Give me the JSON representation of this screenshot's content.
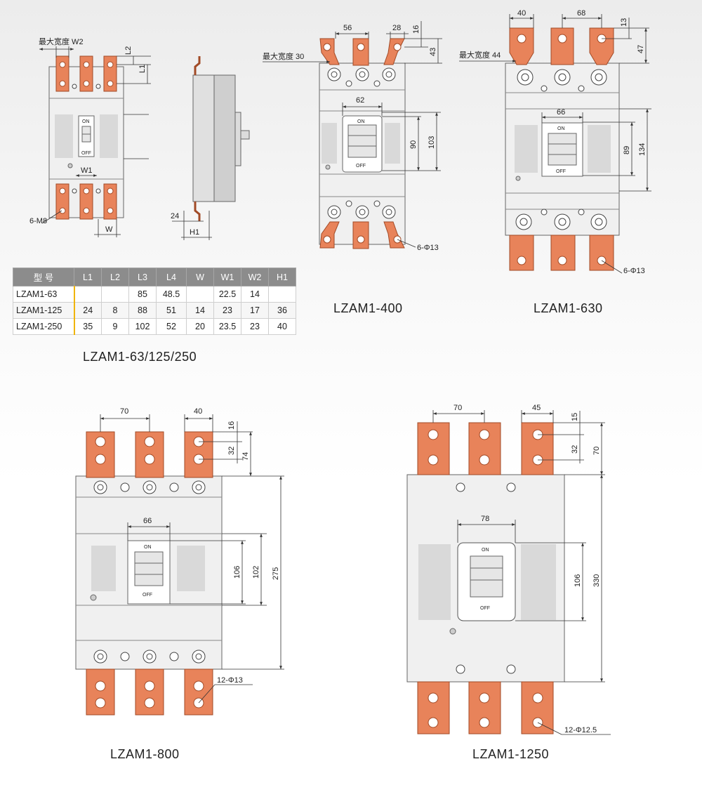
{
  "captions": {
    "small": "LZAM1-63/125/250",
    "m400": "LZAM1-400",
    "m630": "LZAM1-630",
    "m800": "LZAM1-800",
    "m1250": "LZAM1-1250"
  },
  "switch": {
    "on": "ON",
    "off": "OFF"
  },
  "small_labels": {
    "max_width": "最大宽度 W2",
    "l2": "L2",
    "l1": "L1",
    "w1": "W1",
    "w": "W",
    "bolts": "6-M8",
    "d24": "24",
    "h1": "H1"
  },
  "m400_labels": {
    "max_width": "最大宽度 30",
    "d56": "56",
    "d28": "28",
    "d16": "16",
    "d43": "43",
    "d62": "62",
    "d90": "90",
    "d103": "103",
    "holes": "6-Φ13"
  },
  "m630_labels": {
    "max_width": "最大宽度 44",
    "d40": "40",
    "d68": "68",
    "d13": "13",
    "d47": "47",
    "d66": "66",
    "d89": "89",
    "d134": "134",
    "holes": "6-Φ13"
  },
  "m800_labels": {
    "d70": "70",
    "d40": "40",
    "d16": "16",
    "d32": "32",
    "d74": "74",
    "d66": "66",
    "d106": "106",
    "d102": "102",
    "d275": "275",
    "holes": "12-Φ13"
  },
  "m1250_labels": {
    "d70": "70",
    "d45": "45",
    "d15": "15",
    "d32": "32",
    "d70b": "70",
    "d78": "78",
    "d106": "106",
    "d330": "330",
    "holes": "12-Φ12.5"
  },
  "table": {
    "headers": [
      "型 号",
      "L1",
      "L2",
      "L3",
      "L4",
      "W",
      "W1",
      "W2",
      "H1"
    ],
    "rows": [
      [
        "LZAM1-63",
        "",
        "",
        "85",
        "48.5",
        "",
        "22.5",
        "14",
        ""
      ],
      [
        "LZAM1-125",
        "24",
        "8",
        "88",
        "51",
        "14",
        "23",
        "17",
        "36"
      ],
      [
        "LZAM1-250",
        "35",
        "9",
        "102",
        "52",
        "20",
        "23.5",
        "23",
        "40"
      ]
    ]
  },
  "colors": {
    "copper": "#e8835a",
    "header": "#8c8c8c",
    "accent": "#f0b400"
  }
}
